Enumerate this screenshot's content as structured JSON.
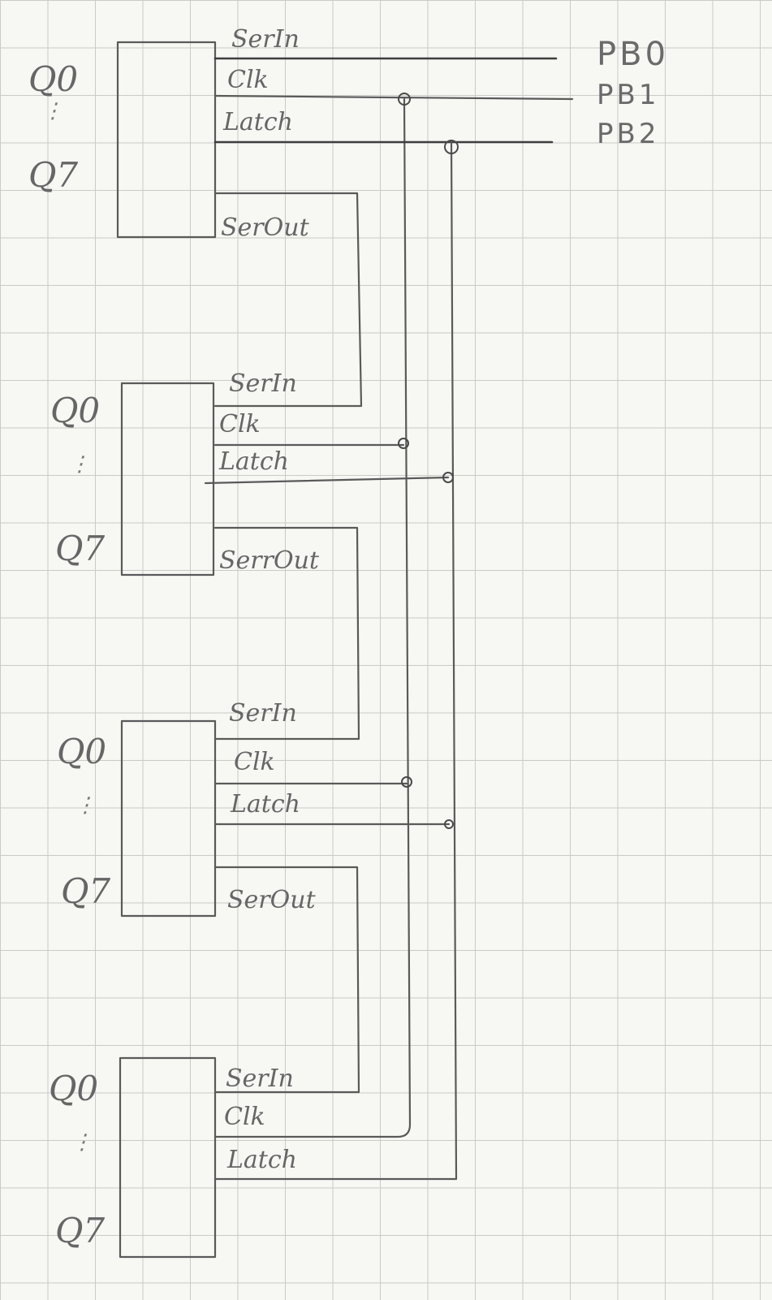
{
  "ports": [
    "PB0",
    "PB1",
    "PB2"
  ],
  "registers": [
    {
      "q_first": "Q0",
      "q_last": "Q7",
      "pins": [
        "SerIn",
        "Clk",
        "Latch",
        "SerOut"
      ]
    },
    {
      "q_first": "Q0",
      "q_last": "Q7",
      "pins": [
        "SerIn",
        "Clk",
        "Latch",
        "SerrOut"
      ]
    },
    {
      "q_first": "Q0",
      "q_last": "Q7",
      "pins": [
        "SerIn",
        "Clk",
        "Latch",
        "SerOut"
      ]
    },
    {
      "q_first": "Q0",
      "q_last": "Q7",
      "pins": [
        "SerIn",
        "Clk",
        "Latch"
      ]
    }
  ]
}
